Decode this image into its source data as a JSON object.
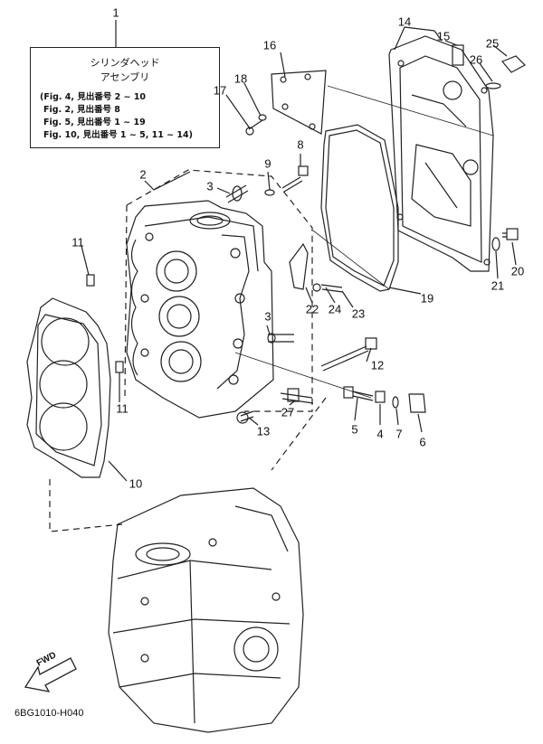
{
  "callout": {
    "ref_number": "1",
    "title_line1": "シリンダヘッド",
    "title_line2": "アセンブリ",
    "refs": [
      "(Fig. 4, 見出番号  2 ~ 10",
      "Fig. 2, 見出番号  8",
      "Fig. 5, 見出番号  1 ~ 19",
      "Fig. 10, 見出番号  1 ~ 5, 11 ~ 14)"
    ]
  },
  "part_numbers": [
    "1",
    "2",
    "3",
    "3",
    "4",
    "5",
    "6",
    "7",
    "8",
    "9",
    "10",
    "11",
    "11",
    "12",
    "13",
    "14",
    "15",
    "16",
    "17",
    "18",
    "19",
    "20",
    "21",
    "22",
    "23",
    "24",
    "25",
    "26",
    "27"
  ],
  "fwd_label": "FWD",
  "diagram_code": "6BG1010-H040"
}
